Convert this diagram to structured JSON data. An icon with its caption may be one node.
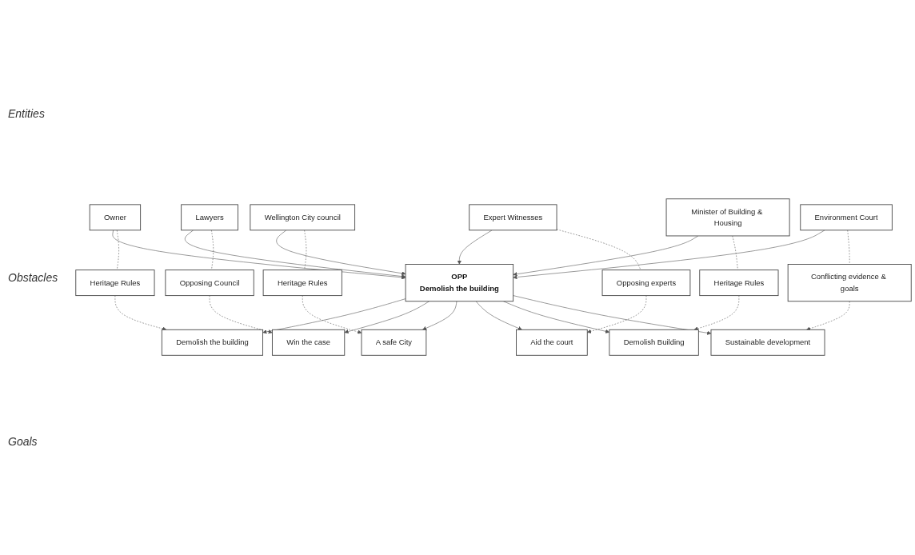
{
  "diagram": {
    "nodes": [
      {
        "text": [
          "Owner"
        ]
      },
      {
        "text": [
          "Lawyers"
        ]
      },
      {
        "text": [
          "Wellington City council"
        ]
      },
      {
        "text": [
          "Expert Witnesses"
        ]
      },
      {
        "text": [
          "Minister of Building & Housing"
        ]
      },
      {
        "text": [
          "Environment Court"
        ]
      },
      {
        "text": [
          "Heritage Rules"
        ]
      },
      {
        "text": [
          "Opposing Council"
        ]
      },
      {
        "text": [
          "Heritage Rules"
        ]
      },
      {
        "text": [
          "Opposing experts"
        ]
      },
      {
        "text": [
          "Heritage Rules"
        ]
      },
      {
        "text": [
          "Conflicting evidence & goals"
        ]
      },
      {
        "text": [
          "OPP",
          "Demolish the building"
        ]
      },
      {
        "text": [
          "Demolish the building"
        ]
      },
      {
        "text": [
          "Win the case"
        ]
      },
      {
        "text": [
          "A safe City"
        ]
      },
      {
        "text": [
          "Aid the court"
        ]
      },
      {
        "text": [
          "Demolish Building"
        ]
      },
      {
        "text": [
          "Sustainable development"
        ]
      }
    ],
    "edges": [
      {
        "from": 0,
        "to": 12,
        "arrow": "to"
      },
      {
        "from": 1,
        "to": 12,
        "arrow": "to"
      },
      {
        "from": 2,
        "to": 12,
        "arrow": "to"
      },
      {
        "from": 3,
        "to": 12,
        "arrow": "to"
      },
      {
        "from": 4,
        "to": 12,
        "arrow": "to"
      },
      {
        "from": 5,
        "to": 12,
        "arrow": "to"
      },
      {
        "from": 0,
        "to": 6,
        "arrow": "none",
        "style": "dashed"
      },
      {
        "from": 1,
        "to": 7,
        "arrow": "none",
        "style": "dashed"
      },
      {
        "from": 2,
        "to": 8,
        "arrow": "none",
        "style": "dashed"
      },
      {
        "from": 3,
        "to": 9,
        "arrow": "none",
        "style": "dashed"
      },
      {
        "from": 4,
        "to": 10,
        "arrow": "none",
        "style": "dashed"
      },
      {
        "from": 5,
        "to": 11,
        "arrow": "none",
        "style": "dashed"
      },
      {
        "from": 6,
        "to": 13,
        "arrow": "to",
        "style": "dashed"
      },
      {
        "from": 7,
        "to": 14,
        "arrow": "to",
        "style": "dashed"
      },
      {
        "from": 8,
        "to": 15,
        "arrow": "to",
        "style": "dashed"
      },
      {
        "from": 9,
        "to": 16,
        "arrow": "to",
        "style": "dashed"
      },
      {
        "from": 10,
        "to": 17,
        "arrow": "to",
        "style": "dashed"
      },
      {
        "from": 11,
        "to": 18,
        "arrow": "to",
        "style": "dashed"
      },
      {
        "from": 12,
        "to": 13,
        "arrow": "to"
      },
      {
        "from": 12,
        "to": 14,
        "arrow": "to"
      },
      {
        "from": 12,
        "to": 15,
        "arrow": "to"
      },
      {
        "from": 12,
        "to": 16,
        "arrow": "to"
      },
      {
        "from": 12,
        "to": 17,
        "arrow": "to"
      },
      {
        "from": 12,
        "to": 18,
        "arrow": "to"
      }
    ],
    "labels": [
      "Entities",
      "Obstacles",
      "Goals"
    ]
  }
}
